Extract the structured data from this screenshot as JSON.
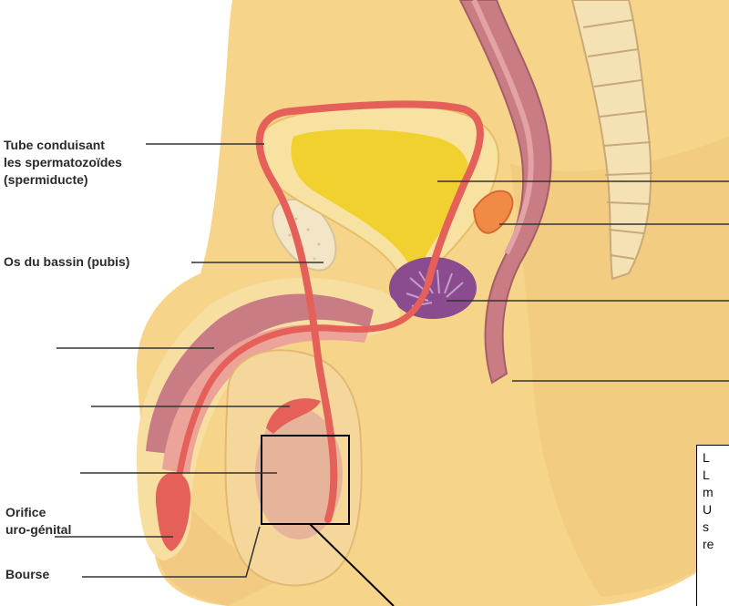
{
  "labels": {
    "tube": "Tube conduisant\nles spermatozoïdes\n(spermiducte)",
    "os": "Os du bassin (pubis)",
    "orifice": "Orifice\nuro-génital",
    "bourse": "Bourse"
  },
  "background_text": {
    "title": "",
    "subtitle": ""
  },
  "textbox_lines": [
    "L",
    "L",
    "m",
    "U",
    "s",
    "re"
  ],
  "colors": {
    "skin": "#f6d48a",
    "skin_shade": "#e9bd6e",
    "bladder": "#f1d12f",
    "tube": "#e6605a",
    "organ_pink": "#eba39a",
    "rectum": "#c97c83",
    "prostate": "#8a4c8e",
    "bone": "#f2e6c6",
    "leader": "#333333"
  }
}
